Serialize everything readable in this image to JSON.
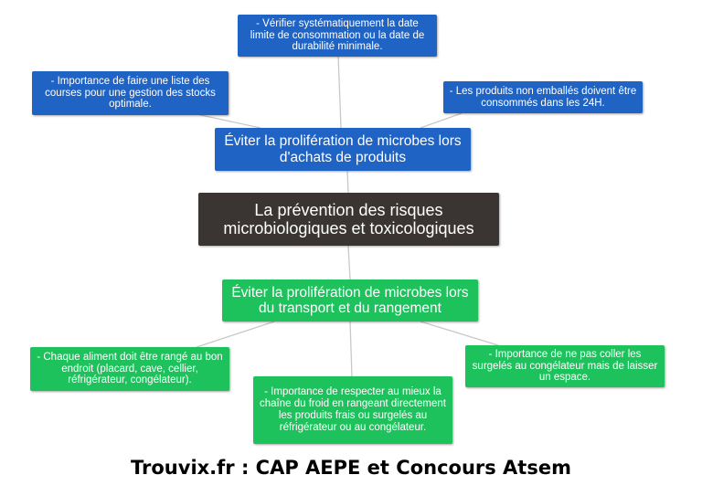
{
  "root": {
    "label": "La prévention des risques microbiologiques et toxicologiques"
  },
  "branches": [
    {
      "label": "Éviter la prolifération de microbes lors d'achats de produits",
      "color": "#1f63c4",
      "leaves": [
        "- Vérifier systématiquement la date limite de consommation ou la date de durabilité minimale.",
        "- Importance de faire une liste des courses pour une gestion des stocks optimale.",
        "- Les produits non emballés doivent être consommés dans les 24H."
      ]
    },
    {
      "label": "Éviter la prolifération de microbes lors du transport et du rangement",
      "color": "#1ec25c",
      "leaves": [
        "- Chaque aliment doit être rangé au bon endroit (placard, cave, cellier, réfrigérateur, congélateur).",
        "- Importance de respecter au mieux la chaîne du froid en rangeant directement les produits frais ou surgelés au réfrigérateur ou au congélateur.",
        "- Importance de ne pas coller les surgelés au congélateur mais de laisser un espace."
      ]
    }
  ],
  "colors": {
    "root": "#3a3533",
    "blue": "#1f63c4",
    "green": "#1ec25c",
    "connector": "#c8c8c8"
  },
  "footer": {
    "text": "Trouvix.fr : CAP AEPE et Concours Atsem"
  }
}
